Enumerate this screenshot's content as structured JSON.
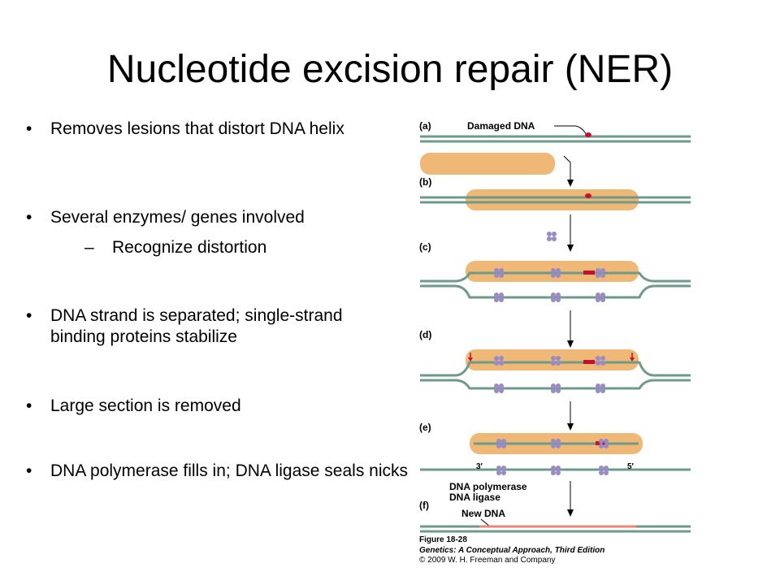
{
  "slide": {
    "title": "Nucleotide excision repair (NER)"
  },
  "bullets": [
    {
      "text": "Removes lesions that distort DNA helix"
    },
    {
      "text": "Several enzymes/ genes involved",
      "sub": "Recognize distortion"
    },
    {
      "text": "DNA strand is separated; single-strand binding proteins stabilize"
    },
    {
      "text": "Large section is removed"
    },
    {
      "text": "DNA polymerase fills in; DNA ligase seals nicks"
    }
  ],
  "bullet_glyph": "•",
  "sub_glyph": "–",
  "figure": {
    "panel_labels": [
      "(a)",
      "(b)",
      "(c)",
      "(d)",
      "(e)",
      "(f)"
    ],
    "damaged_dna_label": "Damaged DNA",
    "strand_end_3": "3′",
    "strand_end_5": "5′",
    "dna_polymerase_label": "DNA polymerase",
    "dna_ligase_label": "DNA ligase",
    "new_dna_label": "New DNA",
    "caption_number": "Figure 18-28",
    "caption_book": "Genetics: A Conceptual Approach, Third Edition",
    "caption_copyright": "© 2009 W. H. Freeman and Company"
  },
  "colors": {
    "dna": "#6f9a8a",
    "protein_complex": "#f0b877",
    "lesion": "#c8102e",
    "ssb_protein": "#9b8bc4",
    "new_dna": "#e8877a"
  }
}
